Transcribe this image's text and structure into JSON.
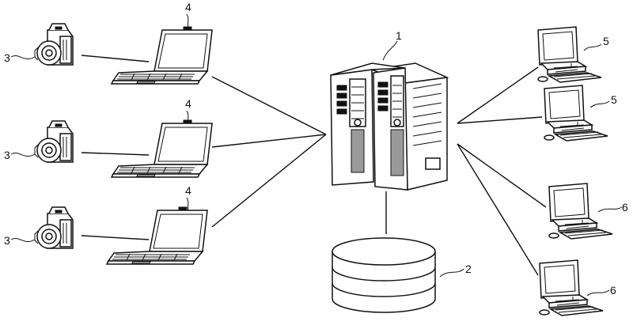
{
  "labels": {
    "server": "1",
    "database": "2",
    "camera": "3",
    "laptop": "4",
    "monitor_terminal": "5",
    "admin_terminal": "6"
  },
  "colors": {
    "line": "#111111",
    "background": "#ffffff",
    "shade": "#9a9a9a"
  },
  "icons": [
    "camera-icon",
    "laptop-icon",
    "server-icon",
    "database-icon",
    "desktop-computer-icon"
  ]
}
